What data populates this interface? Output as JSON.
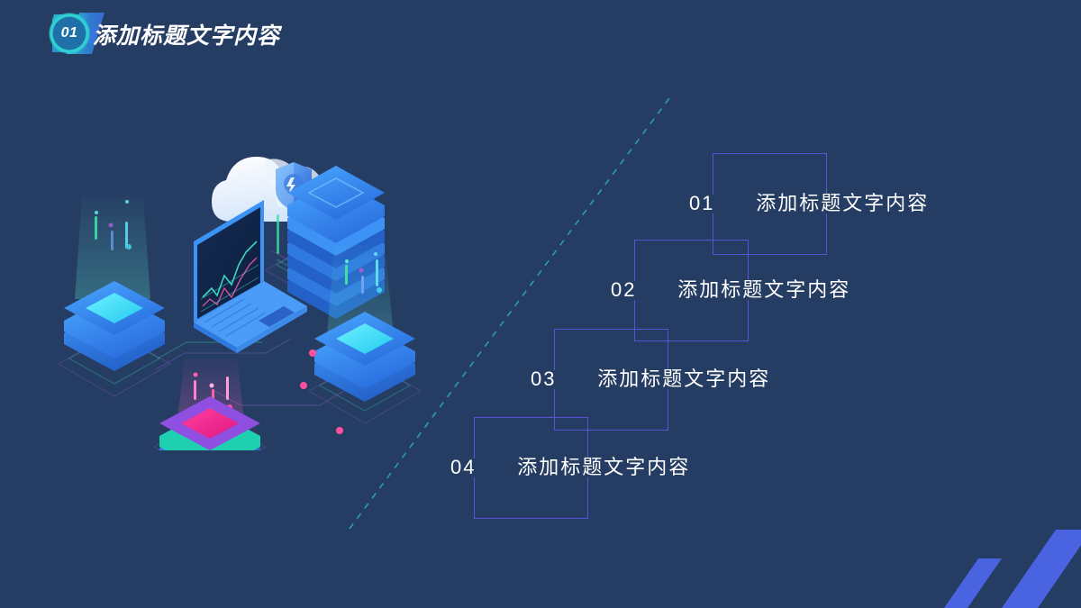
{
  "slide": {
    "background_color": "#253c63",
    "accent_color": "#5a52d8",
    "badge_color": "#2fd2d2",
    "slash_color": "#4a63e0",
    "dash_color": "#2a9fa8"
  },
  "header": {
    "badge_number": "01",
    "title": "添加标题文字内容",
    "badge_icon": "number-badge-icon",
    "ribbon_icon": "ribbon-shape-icon"
  },
  "illustration": {
    "name": "isometric-cloud-computing-illustration",
    "cloud_icon": "cloud-shield-icon",
    "server_icon": "server-stack-icon",
    "laptop_icon": "laptop-chart-icon",
    "platform_icons": [
      "data-platform-cyan-icon",
      "data-platform-pink-icon",
      "data-platform-teal-icon"
    ]
  },
  "list": {
    "items": [
      {
        "number": "01",
        "label": "添加标题文字内容"
      },
      {
        "number": "02",
        "label": "添加标题文字内容"
      },
      {
        "number": "03",
        "label": "添加标题文字内容"
      },
      {
        "number": "04",
        "label": "添加标题文字内容"
      }
    ]
  },
  "decor": {
    "diagonal_dashed_line": "dashed-diagonal-divider-icon",
    "corner_slashes": "double-slash-decoration-icon"
  }
}
